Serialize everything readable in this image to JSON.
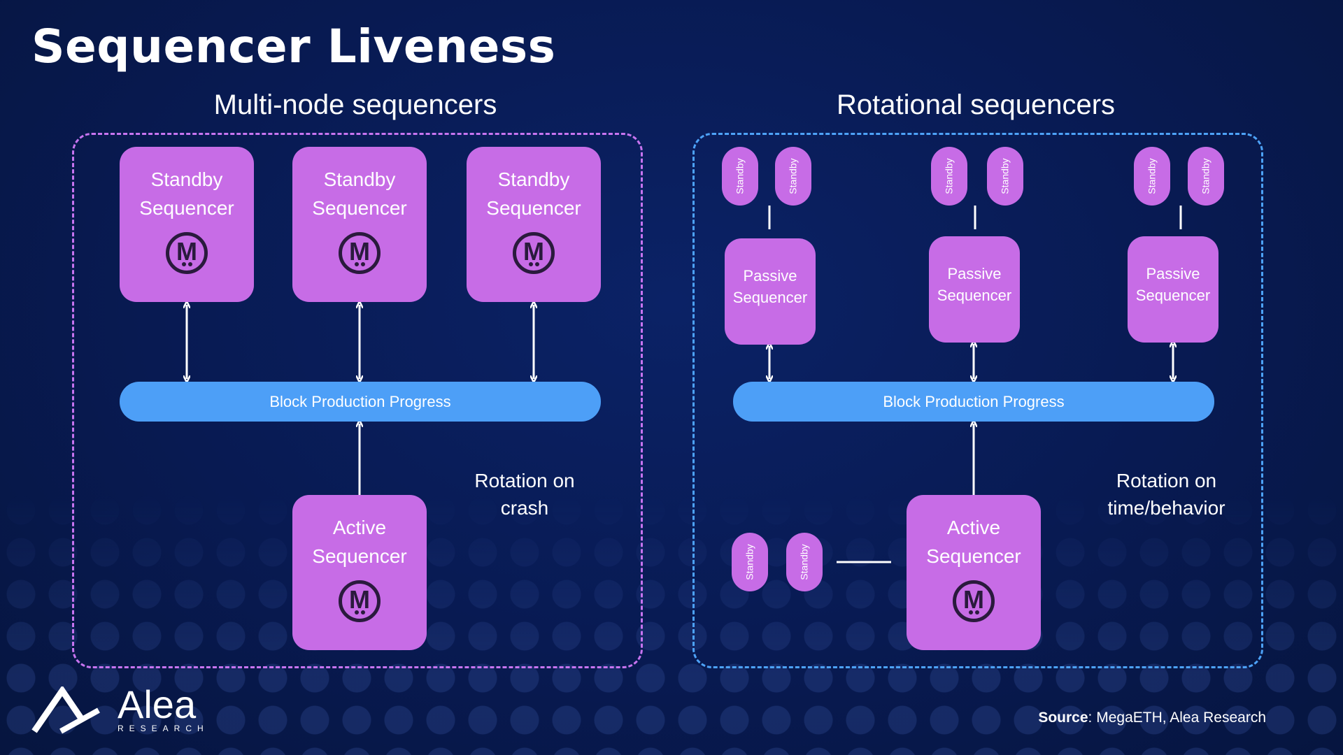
{
  "title": "Sequencer Liveness",
  "left": {
    "heading": "Multi-node sequencers",
    "standby": [
      {
        "line1": "Standby",
        "line2": "Sequencer"
      },
      {
        "line1": "Standby",
        "line2": "Sequencer"
      },
      {
        "line1": "Standby",
        "line2": "Sequencer"
      }
    ],
    "bar_label": "Block Production Progress",
    "active": {
      "line1": "Active",
      "line2": "Sequencer"
    },
    "note_line1": "Rotation on",
    "note_line2": "crash"
  },
  "right": {
    "heading": "Rotational sequencers",
    "standby_label": "Standby",
    "passive": [
      {
        "line1": "Passive",
        "line2": "Sequencer"
      },
      {
        "line1": "Passive",
        "line2": "Sequencer"
      },
      {
        "line1": "Passive",
        "line2": "Sequencer"
      }
    ],
    "bar_label": "Block Production Progress",
    "active": {
      "line1": "Active",
      "line2": "Sequencer"
    },
    "note_line1": "Rotation on",
    "note_line2": "time/behavior"
  },
  "logo_glyph": "M",
  "brand": {
    "name": "Alea",
    "sub": "RESEARCH"
  },
  "source": {
    "label": "Source",
    "text": ": MegaETH, Alea Research"
  },
  "colors": {
    "purple": "#c76ce6",
    "blue": "#4d9ff7",
    "left_border": "#c774f0",
    "right_border": "#4da2f8",
    "background": "#081a52"
  }
}
